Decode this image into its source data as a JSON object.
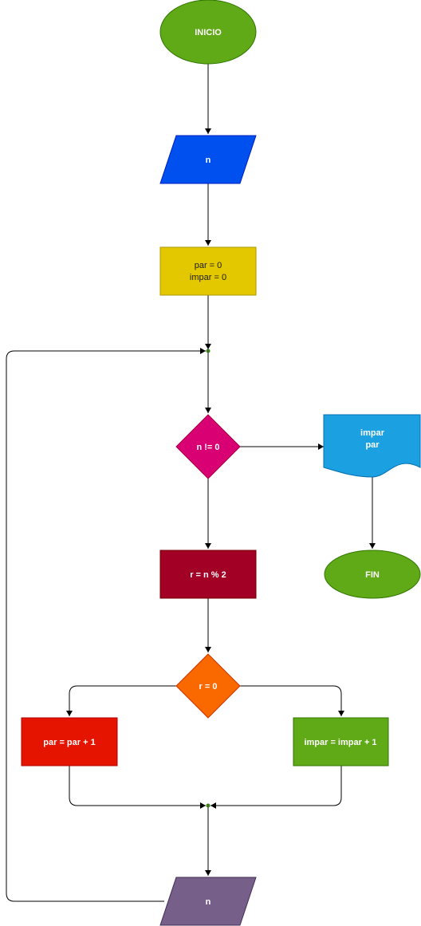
{
  "nodes": {
    "inicio": {
      "label": "INICIO",
      "color": "#60a917"
    },
    "input_n": {
      "label": "n",
      "color": "#0050ef"
    },
    "init": {
      "line1": "par = 0",
      "line2": "impar = 0",
      "color": "#e3c800"
    },
    "decision_n": {
      "label": "n != 0",
      "color": "#d80073"
    },
    "output": {
      "line1": "impar",
      "line2": "par",
      "color": "#1ba1e2"
    },
    "fin": {
      "label": "FIN",
      "color": "#60a917"
    },
    "mod": {
      "label": "r = n % 2",
      "color": "#a20025"
    },
    "decision_r": {
      "label": "r = 0",
      "color": "#fa6800"
    },
    "par_inc": {
      "label": "par = par + 1",
      "color": "#e51400"
    },
    "impar_inc": {
      "label": "impar = impar + 1",
      "color": "#60a917"
    },
    "read_n": {
      "label": "n",
      "color": "#76608a"
    }
  },
  "connector_color": "#000000"
}
